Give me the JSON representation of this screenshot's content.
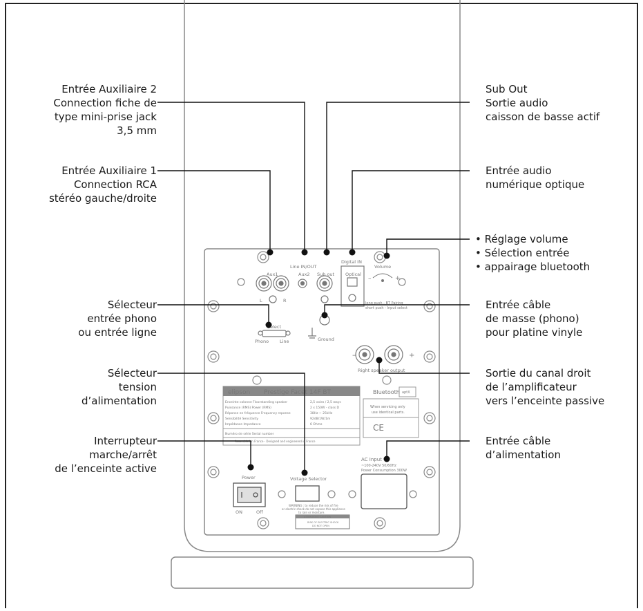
{
  "callouts": {
    "aux2": "Entrée Auxiliaire 2\nConnection fiche de\ntype mini-prise jack\n3,5 mm",
    "aux1": "Entrée Auxiliaire 1\nConnection RCA\nstéréo gauche/droite",
    "phono_sel": "Sélecteur\nentrée phono\nou entrée ligne",
    "voltage_sel": "Sélecteur\ntension\nd’alimentation",
    "power_sw": "Interrupteur\nmarche/arrêt\nde l’enceinte active",
    "sub_out": "Sub Out\nSortie audio\ncaisson de basse actif",
    "optical": "Entrée audio\nnumérique optique",
    "volume": "• Réglage volume\n• Sélection entrée\n• appairage bluetooth",
    "ground": "Entrée câble\nde masse (phono)\npour platine vinyle",
    "right_out": "Sortie du canal droit\nde l’amplificateur\nvers l’enceinte passive",
    "ac_in": "Entrée câble\nd’alimentation"
  },
  "panel": {
    "line_in_out": "Line IN/OUT",
    "aux1": "Aux1",
    "aux2": "Aux2",
    "sub_out": "Sub out",
    "digital_in": "Digital IN",
    "optical": "Optical",
    "volume": "Volume",
    "lr_l": "L",
    "lr_r": "R",
    "select": "Select",
    "phono": "Phono",
    "line": "Line",
    "ground": "Ground",
    "bt_pairing": "long push - BT Pairing",
    "input_select": "short push - Input select",
    "right_speaker": "Right speaker output",
    "brand": "elipson",
    "model": "Prestige Facet 14F BT",
    "bluetooth": "Bluetooth",
    "aptx": "aptX",
    "spec_rows": [
      "Enceinte colonne  Floorstanding speaker",
      "Puissance (RMS)  Power (RMS)",
      "Réponse en fréquence  Frequency reponse",
      "Sensibilité  Sensitivity",
      "Impédance  Impedance"
    ],
    "spec_vals": [
      "2,5 voies / 2,5 ways",
      "2 x 150W - class D",
      "38Hz ~ 25kHz",
      "92dB/1W/1m",
      "6 Ohms"
    ],
    "serial": "Numéro de série  Serial number",
    "made": "Assembled in France - Designed and engineered in France",
    "servicing": "When servicing only\nuse identical parts.",
    "ce": "CE",
    "power": "Power",
    "on": "ON",
    "off": "Off",
    "voltage_selector": "Voltage Selector",
    "ac_input": "AC Input",
    "ac_spec": "~100-240V 50/60Hz\nPower Consumption 300W",
    "warning": "WARNING : to reduce the risk of fire\nor electric shock do not expose this appliance\nto rain or moisture.",
    "attention": "ATTENTION / CAUTION",
    "risk": "RISK OF ELECTRIC SHOCK\nDO NOT OPEN"
  }
}
